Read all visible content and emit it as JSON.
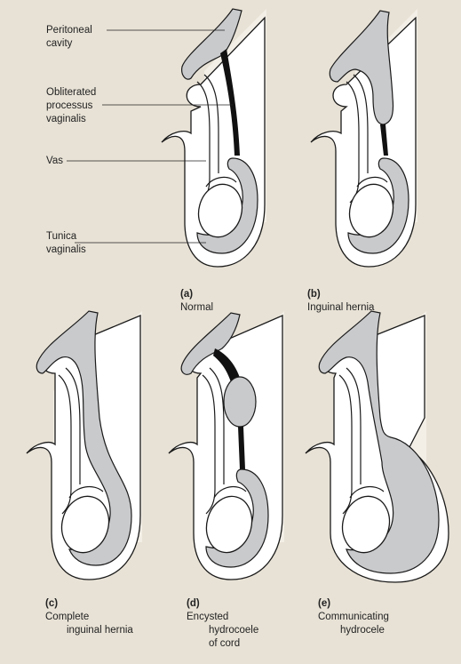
{
  "labels": {
    "peritoneal": "Peritoneal\ncavity",
    "processus": "Obliterated\nprocessus\nvaginalis",
    "vas": "Vas",
    "tunica": "Tunica\nvaginalis"
  },
  "captions": [
    {
      "letter": "(a)",
      "text": "Normal"
    },
    {
      "letter": "(b)",
      "text": "Inguinal hernia"
    },
    {
      "letter": "(c)",
      "text": "Complete",
      "extra": "inguinal hernia"
    },
    {
      "letter": "(d)",
      "text": "Encysted",
      "extra": "hydrocoele\nof cord"
    },
    {
      "letter": "(e)",
      "text": "Communicating",
      "extra": "hydrocele"
    }
  ],
  "colors": {
    "background": "#e8e2d6",
    "peritoneum_grey": "#c9cacc",
    "obliterated_black": "#111111",
    "skin_white": "#ffffff",
    "outline": "#1a1a1a"
  }
}
